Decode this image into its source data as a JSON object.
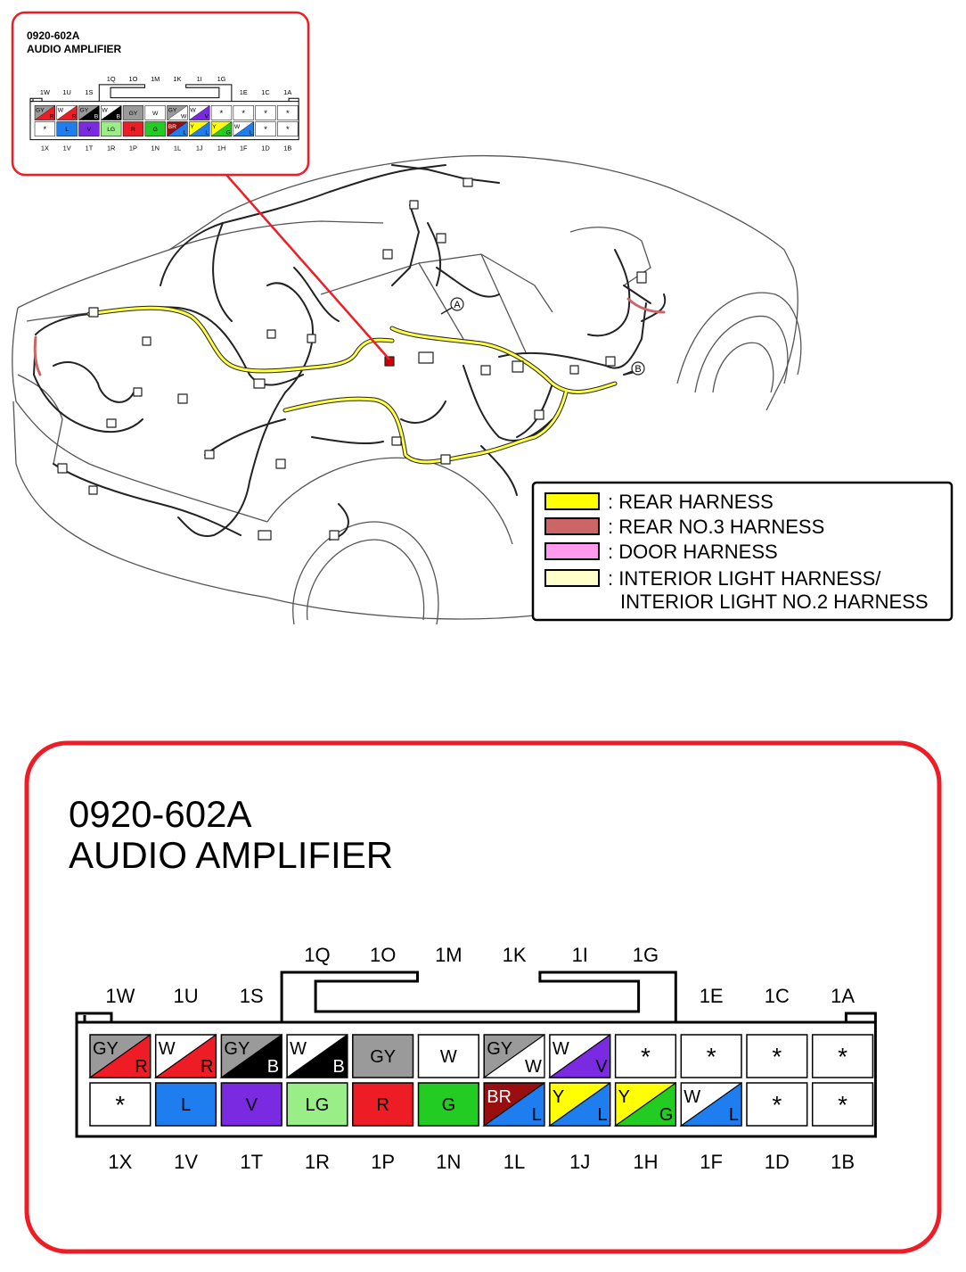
{
  "connector": {
    "code": "0920-602A",
    "name": "AUDIO AMPLIFIER"
  },
  "pin_labels": {
    "upper": [
      "1W",
      "1U",
      "1S",
      "1Q",
      "1O",
      "1M",
      "1K",
      "1I",
      "1G",
      "1E",
      "1C",
      "1A"
    ],
    "lower": [
      "1X",
      "1V",
      "1T",
      "1R",
      "1P",
      "1N",
      "1L",
      "1J",
      "1H",
      "1F",
      "1D",
      "1B"
    ]
  },
  "pins": {
    "upper": [
      {
        "pin": "1W",
        "main": "GY",
        "stripe": "R"
      },
      {
        "pin": "1U",
        "main": "W",
        "stripe": "R"
      },
      {
        "pin": "1S",
        "main": "GY",
        "stripe": "B"
      },
      {
        "pin": "1Q",
        "main": "W",
        "stripe": "B"
      },
      {
        "pin": "1O",
        "main": "GY",
        "stripe": ""
      },
      {
        "pin": "1M",
        "main": "W",
        "stripe": ""
      },
      {
        "pin": "1K",
        "main": "GY",
        "stripe": "W"
      },
      {
        "pin": "1I",
        "main": "W",
        "stripe": "V"
      },
      {
        "pin": "1G",
        "main": "*",
        "stripe": ""
      },
      {
        "pin": "1E",
        "main": "*",
        "stripe": ""
      },
      {
        "pin": "1C",
        "main": "*",
        "stripe": ""
      },
      {
        "pin": "1A",
        "main": "*",
        "stripe": ""
      }
    ],
    "lower": [
      {
        "pin": "1X",
        "main": "*",
        "stripe": ""
      },
      {
        "pin": "1V",
        "main": "L",
        "stripe": ""
      },
      {
        "pin": "1T",
        "main": "V",
        "stripe": ""
      },
      {
        "pin": "1R",
        "main": "LG",
        "stripe": ""
      },
      {
        "pin": "1P",
        "main": "R",
        "stripe": ""
      },
      {
        "pin": "1N",
        "main": "G",
        "stripe": ""
      },
      {
        "pin": "1L",
        "main": "BR",
        "stripe": "L"
      },
      {
        "pin": "1J",
        "main": "Y",
        "stripe": "L"
      },
      {
        "pin": "1H",
        "main": "Y",
        "stripe": "G"
      },
      {
        "pin": "1F",
        "main": "W",
        "stripe": "L"
      },
      {
        "pin": "1D",
        "main": "*",
        "stripe": ""
      },
      {
        "pin": "1B",
        "main": "*",
        "stripe": ""
      }
    ]
  },
  "wire_colors": {
    "GY": "#9a9a9a",
    "W": "#ffffff",
    "R": "#ee1c24",
    "B": "#000000",
    "V": "#7a2be2",
    "L": "#1e7ef0",
    "LG": "#99ee88",
    "G": "#22cc22",
    "BR": "#990f0f",
    "Y": "#ffff00",
    "*": "#ffffff"
  },
  "legend": {
    "items": [
      {
        "label": ": REAR HARNESS",
        "color": "#ffff00"
      },
      {
        "label": ": REAR NO.3 HARNESS",
        "color": "#cc6666"
      },
      {
        "label": ": DOOR HARNESS",
        "color": "#ff99ee"
      },
      {
        "label": ": INTERIOR LIGHT HARNESS/",
        "label2": "INTERIOR LIGHT NO.2 HARNESS",
        "color": "#ffffcc"
      }
    ]
  },
  "markers": [
    "A",
    "B"
  ],
  "accent_color": "#ee1c24"
}
